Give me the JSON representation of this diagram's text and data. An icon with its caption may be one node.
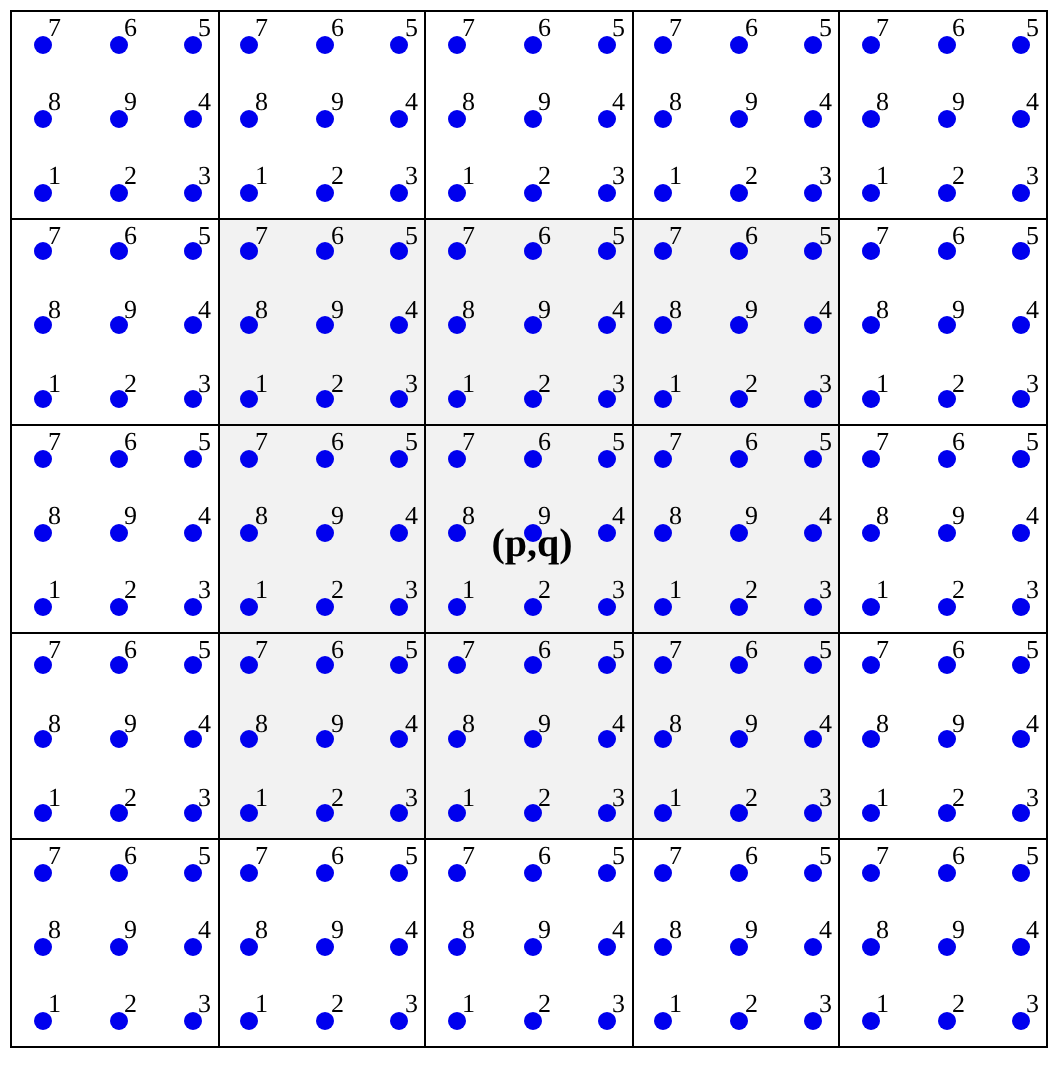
{
  "diagram": {
    "nodes": [
      {
        "text": [
          "7",
          "6",
          "5",
          "8",
          "9",
          "4",
          "1",
          "2",
          "3"
        ]
      },
      {
        "text": [
          "7",
          "6",
          "5",
          "8",
          "9",
          "4",
          "1",
          "2",
          "3"
        ]
      },
      {
        "text": [
          "7",
          "6",
          "5",
          "8",
          "9",
          "4",
          "1",
          "2",
          "3"
        ]
      },
      {
        "text": [
          "7",
          "6",
          "5",
          "8",
          "9",
          "4",
          "1",
          "2",
          "3"
        ]
      },
      {
        "text": [
          "7",
          "6",
          "5",
          "8",
          "9",
          "4",
          "1",
          "2",
          "3"
        ]
      },
      {
        "text": [
          "7",
          "6",
          "5",
          "8",
          "9",
          "4",
          "1",
          "2",
          "3"
        ]
      },
      {
        "text": [
          "7",
          "6",
          "5",
          "8",
          "9",
          "4",
          "1",
          "2",
          "3"
        ]
      },
      {
        "text": [
          "7",
          "6",
          "5",
          "8",
          "9",
          "4",
          "1",
          "2",
          "3"
        ]
      },
      {
        "text": [
          "7",
          "6",
          "5",
          "8",
          "9",
          "4",
          "1",
          "2",
          "3"
        ]
      },
      {
        "text": [
          "7",
          "6",
          "5",
          "8",
          "9",
          "4",
          "1",
          "2",
          "3"
        ]
      },
      {
        "text": [
          "7",
          "6",
          "5",
          "8",
          "9",
          "4",
          "1",
          "2",
          "3"
        ]
      },
      {
        "text": [
          "7",
          "6",
          "5",
          "8",
          "9",
          "4",
          "1",
          "2",
          "3"
        ]
      },
      {
        "text": [
          "7",
          "6",
          "5",
          "8",
          "9",
          "4",
          "1",
          "2",
          "3",
          "(p,q)"
        ]
      },
      {
        "text": [
          "7",
          "6",
          "5",
          "8",
          "9",
          "4",
          "1",
          "2",
          "3"
        ]
      },
      {
        "text": [
          "7",
          "6",
          "5",
          "8",
          "9",
          "4",
          "1",
          "2",
          "3"
        ]
      },
      {
        "text": [
          "7",
          "6",
          "5",
          "8",
          "9",
          "4",
          "1",
          "2",
          "3"
        ]
      },
      {
        "text": [
          "7",
          "6",
          "5",
          "8",
          "9",
          "4",
          "1",
          "2",
          "3"
        ]
      },
      {
        "text": [
          "7",
          "6",
          "5",
          "8",
          "9",
          "4",
          "1",
          "2",
          "3"
        ]
      },
      {
        "text": [
          "7",
          "6",
          "5",
          "8",
          "9",
          "4",
          "1",
          "2",
          "3"
        ]
      },
      {
        "text": [
          "7",
          "6",
          "5",
          "8",
          "9",
          "4",
          "1",
          "2",
          "3"
        ]
      },
      {
        "text": [
          "7",
          "6",
          "5",
          "8",
          "9",
          "4",
          "1",
          "2",
          "3"
        ]
      },
      {
        "text": [
          "7",
          "6",
          "5",
          "8",
          "9",
          "4",
          "1",
          "2",
          "3"
        ]
      },
      {
        "text": [
          "7",
          "6",
          "5",
          "8",
          "9",
          "4",
          "1",
          "2",
          "3"
        ]
      },
      {
        "text": [
          "7",
          "6",
          "5",
          "8",
          "9",
          "4",
          "1",
          "2",
          "3"
        ]
      },
      {
        "text": [
          "7",
          "6",
          "5",
          "8",
          "9",
          "4",
          "1",
          "2",
          "3"
        ]
      }
    ]
  }
}
